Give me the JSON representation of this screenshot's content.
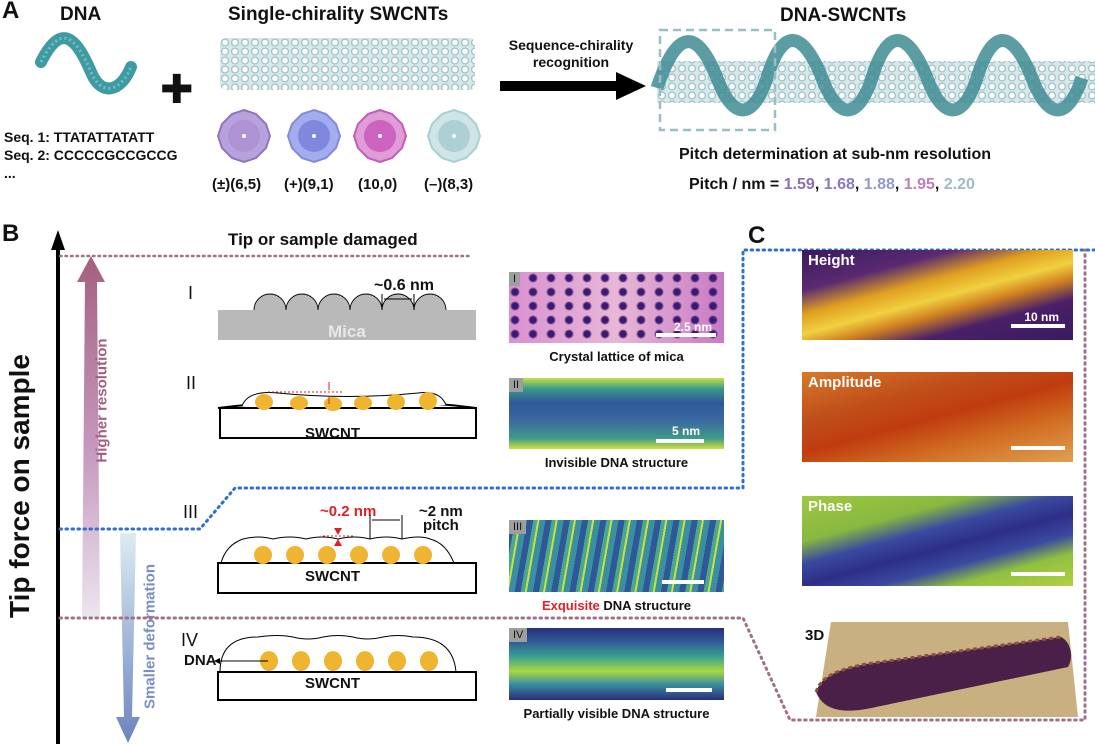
{
  "panelA": {
    "letter": "A",
    "dna_title": "DNA",
    "swcnt_title": "Single-chirality SWCNTs",
    "plus": "✚",
    "sequences": [
      "Seq. 1: TTATATTATATT",
      "Seq. 2: CCCCCGCCGCCG",
      "..."
    ],
    "chiralities": [
      {
        "label": "(±)(6,5)",
        "color": "#a98fd0"
      },
      {
        "label": "(+)(9,1)",
        "color": "#7f8be0"
      },
      {
        "label": "(10,0)",
        "color": "#c35bb8"
      },
      {
        "label": "(–)(8,3)",
        "color": "#a9cfd2"
      }
    ],
    "arrow_label_1": "Sequence-chirality",
    "arrow_label_2": "recognition",
    "complex_title": "DNA-SWCNTs",
    "pitch_heading": "Pitch determination at sub-nm resolution",
    "pitch_prefix": "Pitch / nm = ",
    "pitches": [
      {
        "value": "1.59",
        "color": "#8e6fb6"
      },
      {
        "value": "1.68",
        "color": "#8a79c0"
      },
      {
        "value": "1.88",
        "color": "#8f9ad0"
      },
      {
        "value": "1.95",
        "color": "#c37db8"
      },
      {
        "value": "2.20",
        "color": "#9fbcc2"
      }
    ]
  },
  "panelB": {
    "letter": "B",
    "axis_label": "Tip force on sample",
    "up_arrow_label": "Higher resolution",
    "down_arrow_label": "Smaller deformation",
    "top_label": "Tip or sample damaged",
    "regimes": [
      {
        "roman": "I",
        "substrate": "Mica",
        "annotation": "~0.6 nm",
        "image_tag": "I",
        "scale_label": "2.5 nm",
        "caption": "Crystal lattice of mica"
      },
      {
        "roman": "II",
        "substrate": "SWCNT",
        "image_tag": "II",
        "scale_label": "5 nm",
        "caption": "Invisible DNA structure"
      },
      {
        "roman": "III",
        "substrate": "SWCNT",
        "annotation_red": "~0.2 nm",
        "annotation_pitch_1": "~2 nm",
        "annotation_pitch_2": "pitch",
        "image_tag": "III",
        "caption_highlight": "Exquisite",
        "caption_rest": " DNA structure"
      },
      {
        "roman": "IV",
        "substrate": "SWCNT",
        "dna_label": "DNA",
        "image_tag": "IV",
        "caption": "Partially visible DNA structure"
      }
    ]
  },
  "panelC": {
    "letter": "C",
    "images": [
      {
        "label": "Height",
        "scale_label": "10 nm"
      },
      {
        "label": "Amplitude"
      },
      {
        "label": "Phase"
      },
      {
        "label": "3D"
      }
    ]
  },
  "colors": {
    "dna": "#3f9aa2",
    "nanotube": "#cfe3e6",
    "dna_bead": "#f0b530",
    "red_annotation": "#e31e24",
    "mica": "#b9b9b9",
    "guide_blue": "#2f6fd0",
    "guide_mauve": "#a0708a"
  }
}
